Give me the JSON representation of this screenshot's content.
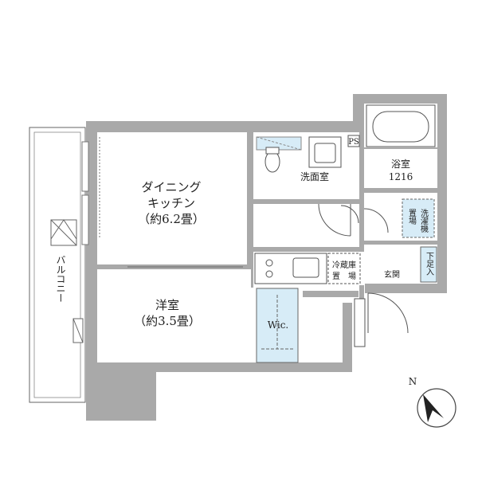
{
  "rooms": {
    "dining": {
      "line1": "ダイニング",
      "line2": "キッチン",
      "line3": "（約6.2畳）"
    },
    "western": {
      "line1": "洋室",
      "line2": "（約3.5畳）"
    },
    "washroom": "洗面室",
    "bath": {
      "line1": "浴室",
      "line2": "1216"
    },
    "ps": "PS",
    "washer": {
      "col1": "洗濯機",
      "col2": "置場"
    },
    "fridge": {
      "line1": "冷蔵庫",
      "line2": "置　場"
    },
    "wic": "Wic.",
    "entrance": "玄関",
    "shoe": "下足入",
    "balcony": "バルコニー"
  },
  "compass": {
    "label": "N"
  },
  "colors": {
    "wall": "#a9a9a9",
    "highlight": "#d7ecf7",
    "line": "#555555"
  }
}
